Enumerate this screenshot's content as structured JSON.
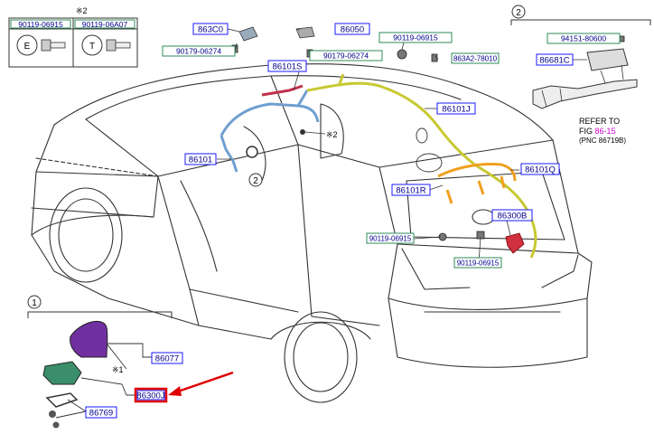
{
  "notes": {
    "note2_mark": "※2",
    "note1_mark": "※1",
    "note2_symbol": "※2",
    "circle1": "1",
    "circle2": "2",
    "circle2b": "2"
  },
  "fasteners": {
    "bolt_e_part": "90119-06915",
    "bolt_t_part": "90119-06A07",
    "bolt_e_letter": "E",
    "bolt_t_letter": "T"
  },
  "parts": {
    "p863c0": "863C0",
    "p86050": "86050",
    "p90179_06274_left": "90179-06274",
    "p90179_06274_right": "90179-06274",
    "p90119_06915_top": "90119-06915",
    "p863a2": "863A2-78010",
    "p86101s": "86101S",
    "p86101j": "86101J",
    "p86101": "86101",
    "p86101q": "86101Q",
    "p86101r": "86101R",
    "p86300b": "86300B",
    "p90119_06915_mid": "90119-06915",
    "p90119_06915_bot": "90119-06915",
    "p94151": "94151-80600",
    "p86681c": "86681C",
    "p86077": "86077",
    "p86300j": "86300J",
    "p86769": "86769"
  },
  "refer": {
    "line1": "REFER TO",
    "line2_prefix": "FIG ",
    "line2_link": "86-15",
    "line3": "(PNC 86719B)"
  },
  "colors": {
    "label_border": "#1a1aff",
    "label_text": "#00008b",
    "label_bg": "#ffffff",
    "green_label_border": "#2e8b57",
    "harness_blue": "#6f9fd0",
    "harness_red": "#c0304a",
    "harness_yellow": "#c8c832",
    "harness_orange": "#f0a020",
    "antenna_purple": "#7030a0",
    "antenna_base_green": "#3a8f6a",
    "highlight_red": "#e00000",
    "link_magenta": "#cc00cc"
  },
  "icons": {
    "bolt_e": "flange-bolt-e-icon",
    "bolt_t": "flange-bolt-t-icon",
    "arrow": "red-pointer-arrow-icon"
  }
}
